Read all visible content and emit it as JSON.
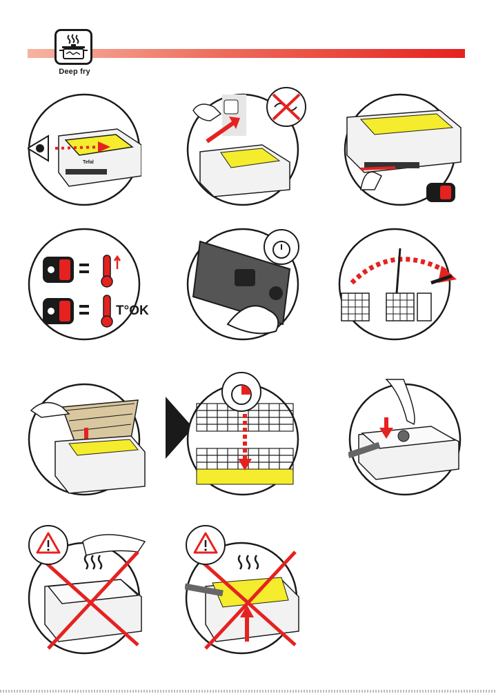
{
  "header": {
    "mode_label": "Deep fry",
    "mode_icon": "steaming-pot-icon",
    "accent_color": "#e52220"
  },
  "steps": [
    {
      "icon": "eye-check-oil-level-icon"
    },
    {
      "icon": "plug-in-icon"
    },
    {
      "icon": "switch-on-icon"
    },
    {
      "icon": "thermostat-light-icon",
      "ok_text": "T°OK"
    },
    {
      "icon": "timer-button-icon"
    },
    {
      "icon": "basket-handle-icon"
    },
    {
      "icon": "load-basket-icon"
    },
    {
      "icon": "lower-basket-timer-icon"
    },
    {
      "icon": "close-lid-icon"
    }
  ],
  "warnings": [
    {
      "icon": "warning-hot-lid-icon"
    },
    {
      "icon": "warning-hot-steam-icon"
    }
  ],
  "brand": "Tefal"
}
